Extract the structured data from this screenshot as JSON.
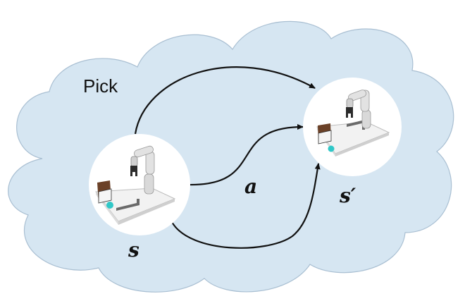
{
  "diagram": {
    "region_label": "Pick",
    "state_label": "s",
    "next_state_label": "s′",
    "action_label": "a",
    "colors": {
      "cloud_fill": "#d6e6f2",
      "cloud_stroke": "#a9bfd2",
      "arrow": "#111111",
      "node_fill": "#ffffff",
      "table": "#f2f2f2",
      "cabinet": "#6b4128",
      "cube": "#30c8c8",
      "robot": "#d9d9d9"
    },
    "nodes": [
      {
        "id": "state-node",
        "icon": "robot-scene-icon"
      },
      {
        "id": "next-state-node",
        "icon": "robot-scene-icon"
      }
    ]
  }
}
